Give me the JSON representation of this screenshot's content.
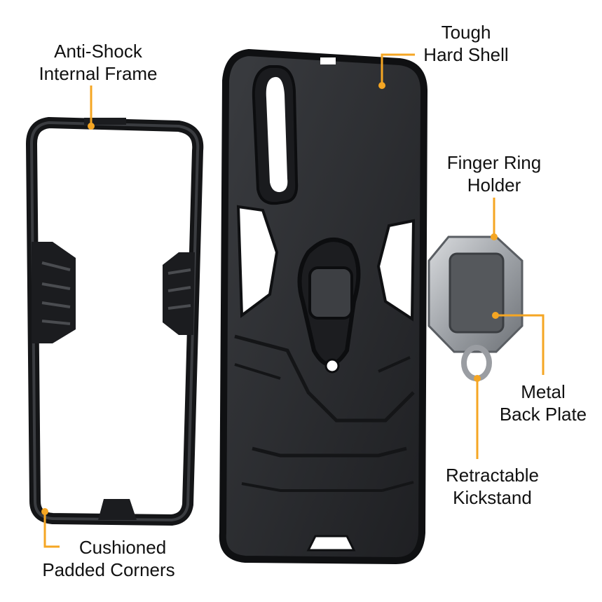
{
  "colors": {
    "accent": "#f5a623",
    "case": "#2b2d30",
    "case_edge": "#0f1012",
    "ring_metal": "#b9bcc1",
    "plate": "#55585c"
  },
  "labels": {
    "anti_shock": {
      "line1": "Anti-Shock",
      "line2": "Internal Frame"
    },
    "hard_shell": {
      "line1": "Tough",
      "line2": "Hard Shell"
    },
    "finger_ring": {
      "line1": "Finger Ring",
      "line2": "Holder"
    },
    "metal_plate": {
      "line1": "Metal",
      "line2": "Back Plate"
    },
    "kickstand": {
      "line1": "Retractable",
      "line2": "Kickstand"
    },
    "corners": {
      "line1": "Cushioned",
      "line2": "Padded Corners"
    }
  }
}
